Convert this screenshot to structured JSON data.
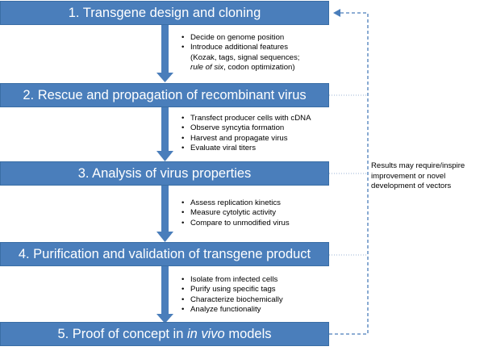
{
  "colors": {
    "box_fill": "#4a7ebb",
    "box_border": "#3a6ea5",
    "arrow": "#4a7ebb",
    "feedback_line": "#4a7ebb"
  },
  "steps": [
    {
      "title": "1. Transgene design and cloning",
      "bullets": [
        {
          "lines": [
            "Decide on genome position"
          ]
        },
        {
          "lines": [
            "Introduce additional features",
            "(Kozak, tags, signal sequences;"
          ]
        },
        {
          "pre_italic": "",
          "italic": "rule of six",
          "post_italic": ", codon optimization)"
        }
      ]
    },
    {
      "title": "2. Rescue and propagation of recombinant virus",
      "bullets": [
        {
          "lines": [
            "Transfect producer cells with cDNA"
          ]
        },
        {
          "lines": [
            "Observe syncytia formation"
          ]
        },
        {
          "lines": [
            "Harvest and propagate virus"
          ]
        },
        {
          "lines": [
            "Evaluate viral titers"
          ]
        }
      ]
    },
    {
      "title": "3. Analysis of virus properties",
      "bullets": [
        {
          "lines": [
            "Assess replication kinetics"
          ]
        },
        {
          "lines": [
            "Measure cytolytic activity"
          ]
        },
        {
          "lines": [
            "Compare to unmodified virus"
          ]
        }
      ]
    },
    {
      "title": "4. Purification and validation of transgene product",
      "bullets": [
        {
          "lines": [
            "Isolate from infected cells"
          ]
        },
        {
          "lines": [
            "Purify using specific tags"
          ]
        },
        {
          "lines": [
            "Characterize biochemically"
          ]
        },
        {
          "lines": [
            "Analyze functionality"
          ]
        }
      ]
    },
    {
      "title_pre": "5. Proof of concept in ",
      "title_italic": "in vivo",
      "title_post": " models"
    }
  ],
  "feedback_note": "Results may require/inspire improvement or novel development of vectors"
}
